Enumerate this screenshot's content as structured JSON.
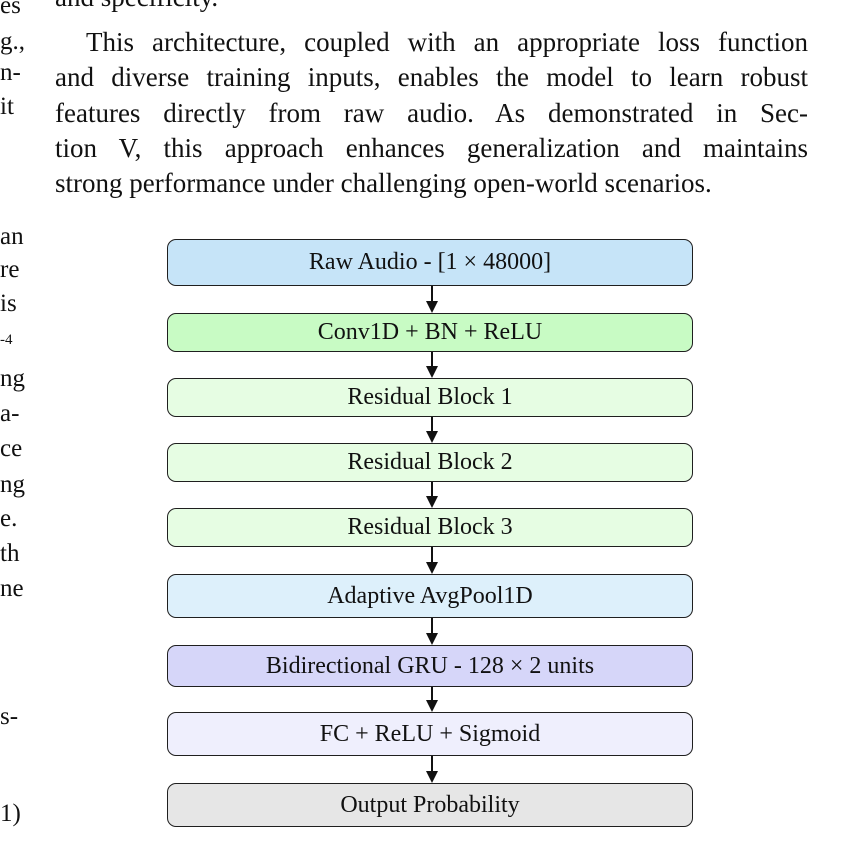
{
  "left_column": [
    "es",
    "g.,",
    "n-",
    "it",
    "an",
    "re",
    "is",
    "-4",
    "ng",
    "a-",
    "ce",
    "ng",
    "e.",
    "th",
    "ne",
    "s-",
    "1)"
  ],
  "top_partial_line": "and specificity.",
  "paragraph_lines": [
    "This architecture, coupled with an appropriate loss function",
    "and diverse training inputs, enables the model to learn robust",
    "features directly from raw audio. As demonstrated in Sec-",
    "tion V, this approach enhances generalization and maintains",
    "strong performance under challenging open-world scenarios."
  ],
  "diagram": {
    "blocks": [
      {
        "label": "Raw Audio - [1 × 48000]",
        "color": "#c6e4f8"
      },
      {
        "label": "Conv1D + BN + ReLU",
        "color": "#c8fbc4"
      },
      {
        "label": "Residual Block 1",
        "color": "#e6fde3"
      },
      {
        "label": "Residual Block 2",
        "color": "#e6fde3"
      },
      {
        "label": "Residual Block 3",
        "color": "#e6fde3"
      },
      {
        "label": "Adaptive AvgPool1D",
        "color": "#ddf0fb"
      },
      {
        "label": "Bidirectional GRU - 128 × 2 units",
        "color": "#d6d6f9"
      },
      {
        "label": "FC + ReLU + Sigmoid",
        "color": "#efeffd"
      },
      {
        "label": "Output Probability",
        "color": "#e6e6e6"
      }
    ]
  }
}
